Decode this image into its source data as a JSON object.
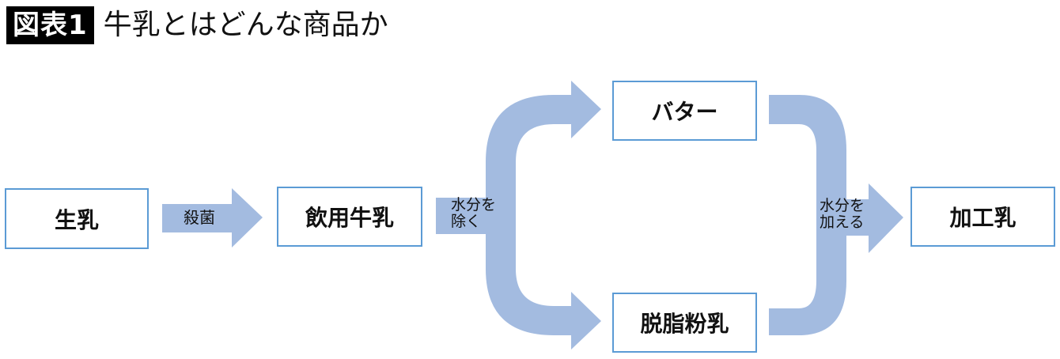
{
  "title": {
    "badge": "図表1",
    "text": "牛乳とはどんな商品か"
  },
  "colors": {
    "arrow": "#a3bbe0",
    "box_border": "#5b9bd5",
    "text": "#111111"
  },
  "nodes": {
    "raw_milk": "生乳",
    "drinking_milk": "飲用牛乳",
    "butter": "バター",
    "skim_milk_powder": "脱脂粉乳",
    "processed_milk": "加工乳"
  },
  "edges": {
    "sterilize": "殺菌",
    "remove_water_line1": "水分を",
    "remove_water_line2": "除く",
    "add_water_line1": "水分を",
    "add_water_line2": "加える"
  }
}
